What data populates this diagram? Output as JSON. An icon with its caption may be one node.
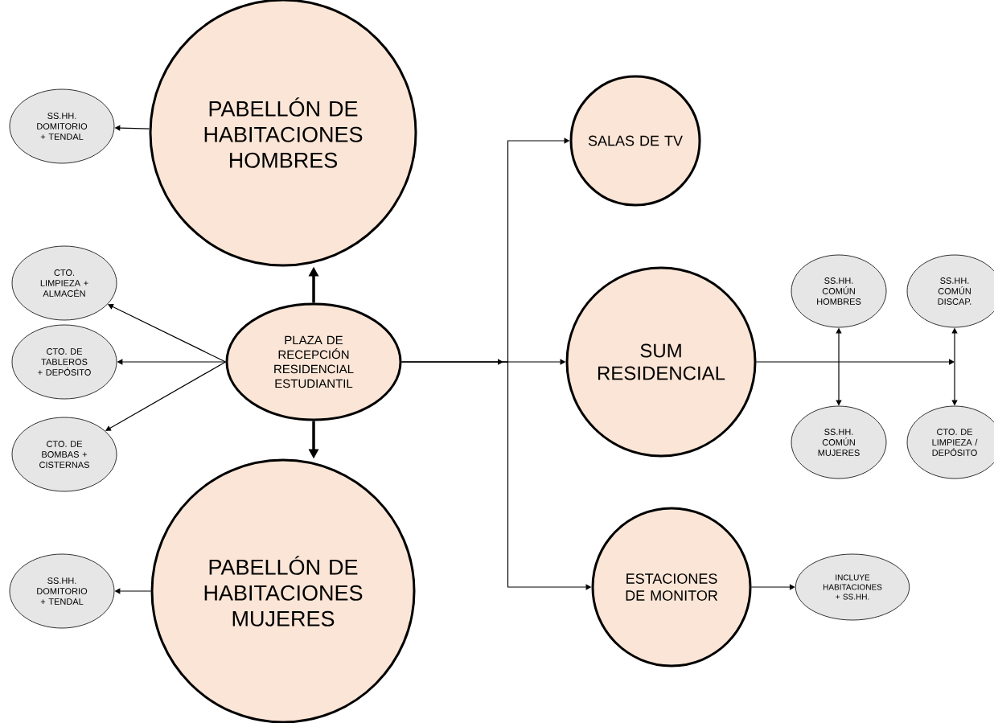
{
  "diagram": {
    "nodes": [
      {
        "text": [
          "PABELLÓN DE HABITACIONES HOMBRES"
        ]
      },
      {
        "text": [
          "SS.HH. DOMITORIO + TENDAL"
        ]
      },
      {
        "text": [
          "PLAZA DE RECEPCIÓN RESIDENCIAL ESTUDIANTIL"
        ]
      },
      {
        "text": [
          "CTO. LIMPIEZA + ALMACÉN"
        ]
      },
      {
        "text": [
          "CTO. DE TABLEROS + DEPÓSITO"
        ]
      },
      {
        "text": [
          "CTO. DE BOMBAS + CISTERNAS"
        ]
      },
      {
        "text": [
          "PABELLÓN DE HABITACIONES MUJERES"
        ]
      },
      {
        "text": [
          "SS.HH. DOMITORIO + TENDAL"
        ]
      },
      {
        "text": [
          "SALAS DE TV"
        ]
      },
      {
        "text": [
          "SUM RESIDENCIAL"
        ]
      },
      {
        "text": [
          "SS.HH. COMÚN HOMBRES"
        ]
      },
      {
        "text": [
          "SS.HH. COMÚN DISCAP."
        ]
      },
      {
        "text": [
          "SS.HH. COMÚN MUJERES"
        ]
      },
      {
        "text": [
          "CTO. DE LIMPIEZA / DEPÓSITO"
        ]
      },
      {
        "text": [
          "ESTACIONES DE MONITOR"
        ]
      },
      {
        "text": [
          "INCLUYE HABITACIONES + SS.HH."
        ]
      }
    ],
    "edges": [
      {
        "from": 0,
        "to": 1,
        "arrow": "to"
      },
      {
        "from": 2,
        "to": 0,
        "arrow": "to",
        "style": "thick"
      },
      {
        "from": 2,
        "to": 3,
        "arrow": "to"
      },
      {
        "from": 2,
        "to": 4,
        "arrow": "to"
      },
      {
        "from": 2,
        "to": 5,
        "arrow": "to"
      },
      {
        "from": 2,
        "to": 6,
        "arrow": "to",
        "style": "thick"
      },
      {
        "from": 6,
        "to": 7,
        "arrow": "to"
      },
      {
        "from": 2,
        "to": 8,
        "arrow": "to"
      },
      {
        "from": 2,
        "to": 9,
        "arrow": "to"
      },
      {
        "from": 2,
        "to": 14,
        "arrow": "to"
      },
      {
        "from": 9,
        "to": null,
        "arrow": "to"
      },
      {
        "from": 10,
        "to": 12,
        "arrow": "both"
      },
      {
        "from": 11,
        "to": 13,
        "arrow": "both"
      },
      {
        "from": 14,
        "to": 15,
        "arrow": "to"
      }
    ]
  }
}
